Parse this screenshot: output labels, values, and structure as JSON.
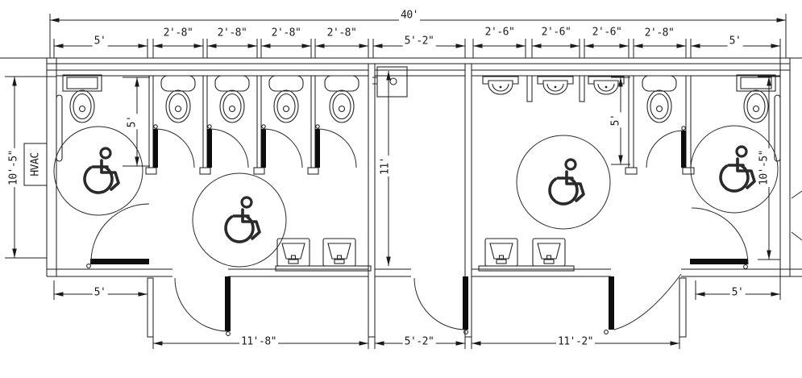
{
  "dims": {
    "overall": "40'",
    "t1": "5'",
    "t2": "2'-8\"",
    "t3": "2'-8\"",
    "t4": "2'-8\"",
    "t5": "2'-8\"",
    "t6": "5'-2\"",
    "t7": "2'-6\"",
    "t8": "2'-6\"",
    "t9": "2'-6\"",
    "t10": "2'-8\"",
    "t11": "5'",
    "b1": "5'",
    "b2": "11'-8\"",
    "b3": "5'-2\"",
    "b4": "11'-2\"",
    "b5": "5'",
    "v_left": "10'-5\"",
    "v_stall_left": "5'",
    "v_corridor": "11'",
    "v_mens": "5'",
    "v_right": "10'-5\""
  },
  "labels": {
    "hvac": "HVAC"
  },
  "fixtures": {
    "toilets": 7,
    "urinals": 3,
    "sinks": 4,
    "wheelchair_symbols": 4,
    "grab_bars": 2,
    "drinking_fountains": 1,
    "door_swings": 9
  },
  "colors": {
    "line": "#1a1a1a",
    "door_leaf": "#0d0d0d",
    "background": "#ffffff"
  }
}
